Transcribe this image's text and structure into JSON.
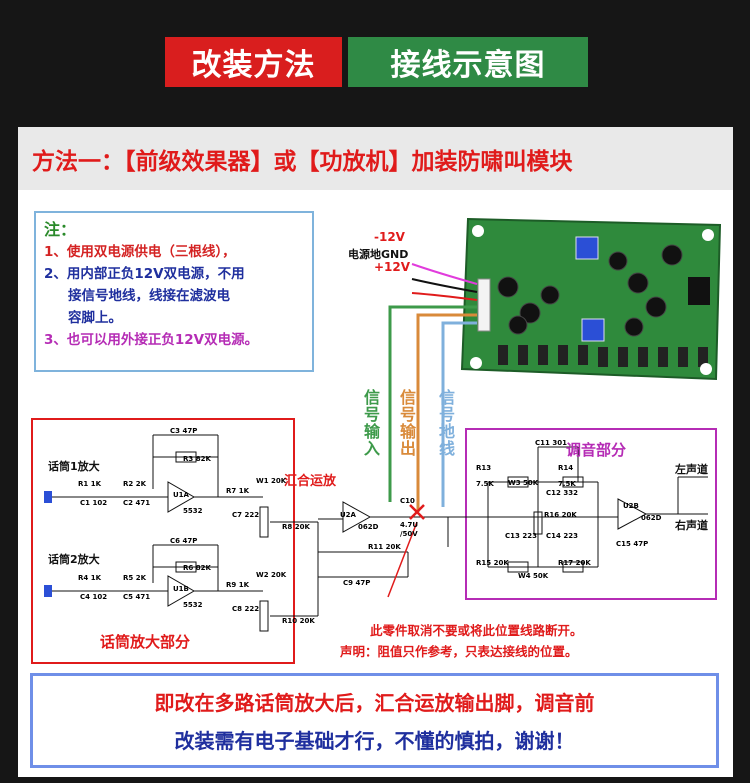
{
  "header": {
    "left": "改装方法",
    "right": "接线示意图"
  },
  "method": "方法一：【前级效果器】或【功放机】加装防啸叫模块",
  "note": {
    "title": "注：",
    "line1": "1、使用双电源供电（三根线），",
    "line2a": "2、用内部正负12V双电源，不用",
    "line2b": "接信号地线，线接在滤波电",
    "line2c": "容脚上。",
    "line3": "3、也可以用外接正负12V双电源。"
  },
  "wires": {
    "neg12": "-12V",
    "gnd": "电源地GND",
    "pos12": "+12V"
  },
  "signal": {
    "in": "信号输入",
    "out": "信号输出",
    "gnd": "信号地线"
  },
  "blocks": {
    "mic_amp": "话筒放大部分",
    "mix": "汇合运放",
    "tone": "调音部分",
    "mic1": "话筒1放大",
    "mic2": "话筒2放大",
    "left": "左声道",
    "right": "右声道"
  },
  "components": {
    "c3": "C3",
    "c3v": "47P",
    "r3": "R3",
    "r3v": "82K",
    "r1": "R1",
    "r1v": "1K",
    "r2": "R2",
    "r2v": "2K",
    "c1": "C1",
    "c1v": "102",
    "c2": "C2",
    "c2v": "471",
    "u1a": "U1A",
    "u1b": "U1B",
    "ic": "5532",
    "r7": "R7",
    "r7v": "1K",
    "w1": "W1",
    "w1v": "20K",
    "c7": "C7",
    "c7v": "222",
    "r8": "R8",
    "r8v": "20K",
    "c6": "C6",
    "c6v": "47P",
    "r6": "R6",
    "r6v": "82K",
    "r4": "R4",
    "r4v": "1K",
    "r5": "R5",
    "r5v": "2K",
    "c4": "C4",
    "c4v": "102",
    "c5": "C5",
    "c5v": "471",
    "r9": "R9",
    "r9v": "1K",
    "w2": "W2",
    "w2v": "20K",
    "c8": "C8",
    "c8v": "222",
    "r10": "R10",
    "r10v": "20K",
    "u2a": "U2A",
    "ic2": "062D",
    "r11": "R11",
    "r11v": "20K",
    "c9": "C9",
    "c9v": "47P",
    "c10": "C10",
    "c10v": "4.7U",
    "c10v2": "/50V",
    "c11": "C11",
    "c11v": "301",
    "r13": "R13",
    "r13v": "7.5K",
    "r14": "R14",
    "r14v": "7.5K",
    "w3": "W3",
    "w3v": "50K",
    "c12": "C12",
    "c12v": "332",
    "r16": "R16",
    "r16v": "20K",
    "c13": "C13",
    "c13v": "223",
    "c14": "C14",
    "c14v": "223",
    "r15": "R15",
    "r15v": "20K",
    "r17": "R17",
    "r17v": "20K",
    "w4": "W4",
    "w4v": "50K",
    "u2b": "U2B",
    "c15": "C15",
    "c15v": "47P"
  },
  "cancel_note": "此零件取消不要或将此位置线路断开。",
  "disclaimer": "声明：阻值只作参考，只表达接线的位置。",
  "bottom": {
    "line1": "即改在多路话筒放大后，汇合运放输出脚，调音前",
    "line2": "改装需有电子基础才行，不懂的慎拍，谢谢！"
  },
  "colors": {
    "red": "#e01b1b",
    "green": "#2f8a45",
    "blue": "#1f2f9e",
    "purple": "#b52cb5",
    "signal_in": "#3d9a4a",
    "signal_out": "#d98a3a",
    "signal_gnd": "#7fb0dc",
    "pcb": "#2f8a3c"
  }
}
